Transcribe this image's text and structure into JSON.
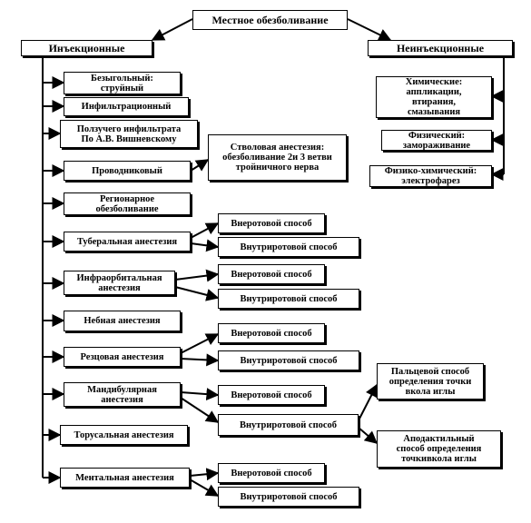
{
  "diagram": {
    "root": "Местное обезболивание",
    "injection": {
      "label": "Инъекционные",
      "items": [
        "Безыгольный:\nструйный",
        "Инфильтрационный",
        "Ползучего инфильтрата\nПо А.В. Вишневскому",
        "Проводниковый",
        "Регионарное\nобезболивание",
        "Туберальная анестезия",
        "Инфраорбитальная\nанестезия",
        "Небная анестезия",
        "Резцовая анестезия",
        "Мандибулярная\nанестезия",
        "Торусальная анестезия",
        "Ментальная анестезия"
      ]
    },
    "trunk_anesthesia": "Стволовая анестезия:\nобезболивание 2и 3 ветви\nтройничного нерва",
    "method_extraoral": "Внеротовой способ",
    "method_intraoral": "Внутриротовой способ",
    "mandibular_methods": [
      "Пальцевой способ\nопределения точки\nвкола иглы",
      "Аподактильный\nспособ определения\nточкивкола иглы"
    ],
    "non_injection": {
      "label": "Неинъекционные",
      "items": [
        "Химические:\nаппликации,\nвтирания,\nсмазывания",
        "Физический:\nзамораживание",
        "Физико-химический:\nэлектрофарез"
      ]
    }
  }
}
